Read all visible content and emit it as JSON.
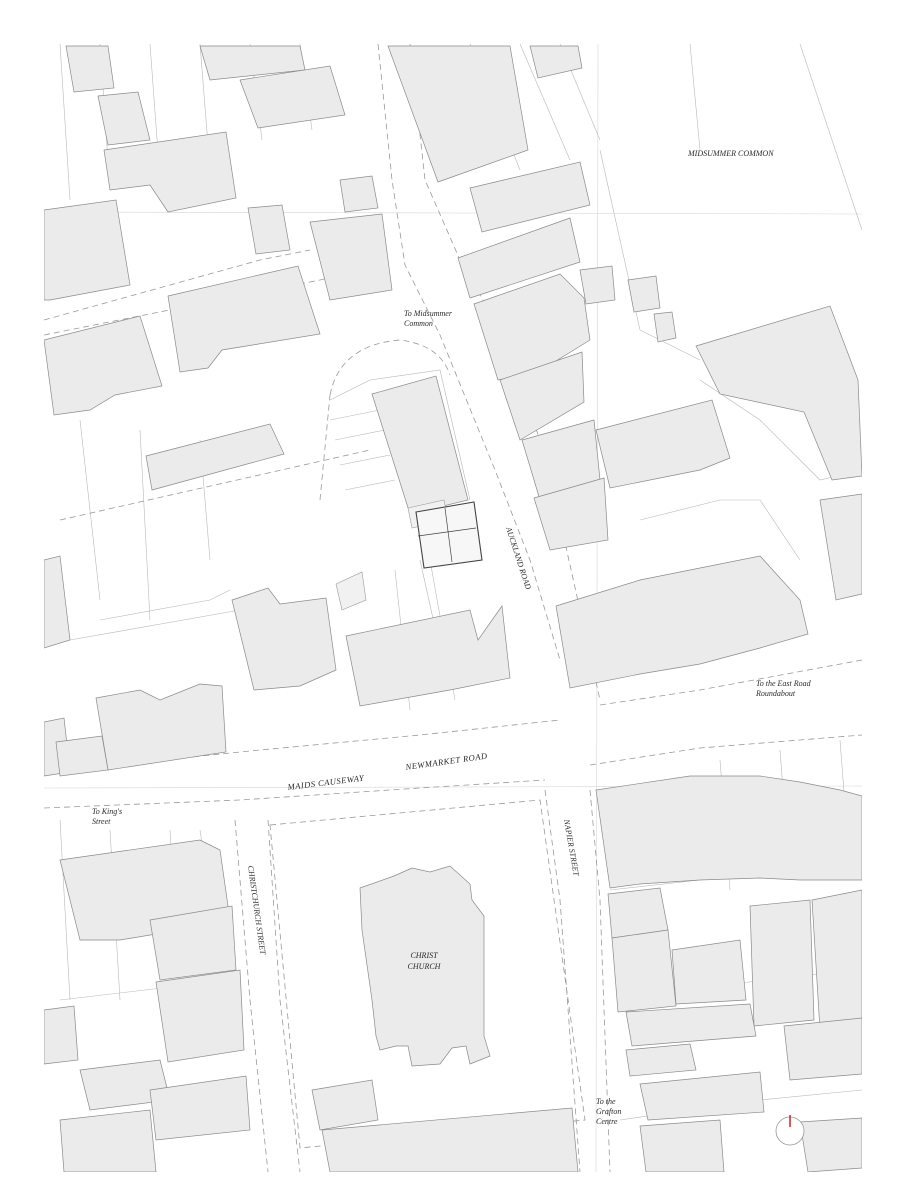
{
  "labels": {
    "midsummer_common": "MIDSUMMER COMMON",
    "to_midsummer_line1": "To Midsummer",
    "to_midsummer_line2": "Common",
    "auckland_road": "AUCKLAND ROAD",
    "to_east_road_line1": "To the East Road",
    "to_east_road_line2": "Roundabout",
    "newmarket_road": "NEWMARKET ROAD",
    "maids_causeway": "MAIDS CAUSEWAY",
    "to_kings_line1": "To King's",
    "to_kings_line2": "Street",
    "christchurch_street": "CHRISTCHURCH STREET",
    "napier_street": "NAPIER STREET",
    "christ_church_line1": "CHRIST",
    "christ_church_line2": "CHURCH",
    "to_grafton_line1": "To the",
    "to_grafton_line2": "Grafton",
    "to_grafton_line3": "Centre"
  },
  "colors": {
    "building_fill": "#ebebeb",
    "building_stroke": "#8a8a8a",
    "background": "#ffffff",
    "marker": "#cc2222"
  }
}
